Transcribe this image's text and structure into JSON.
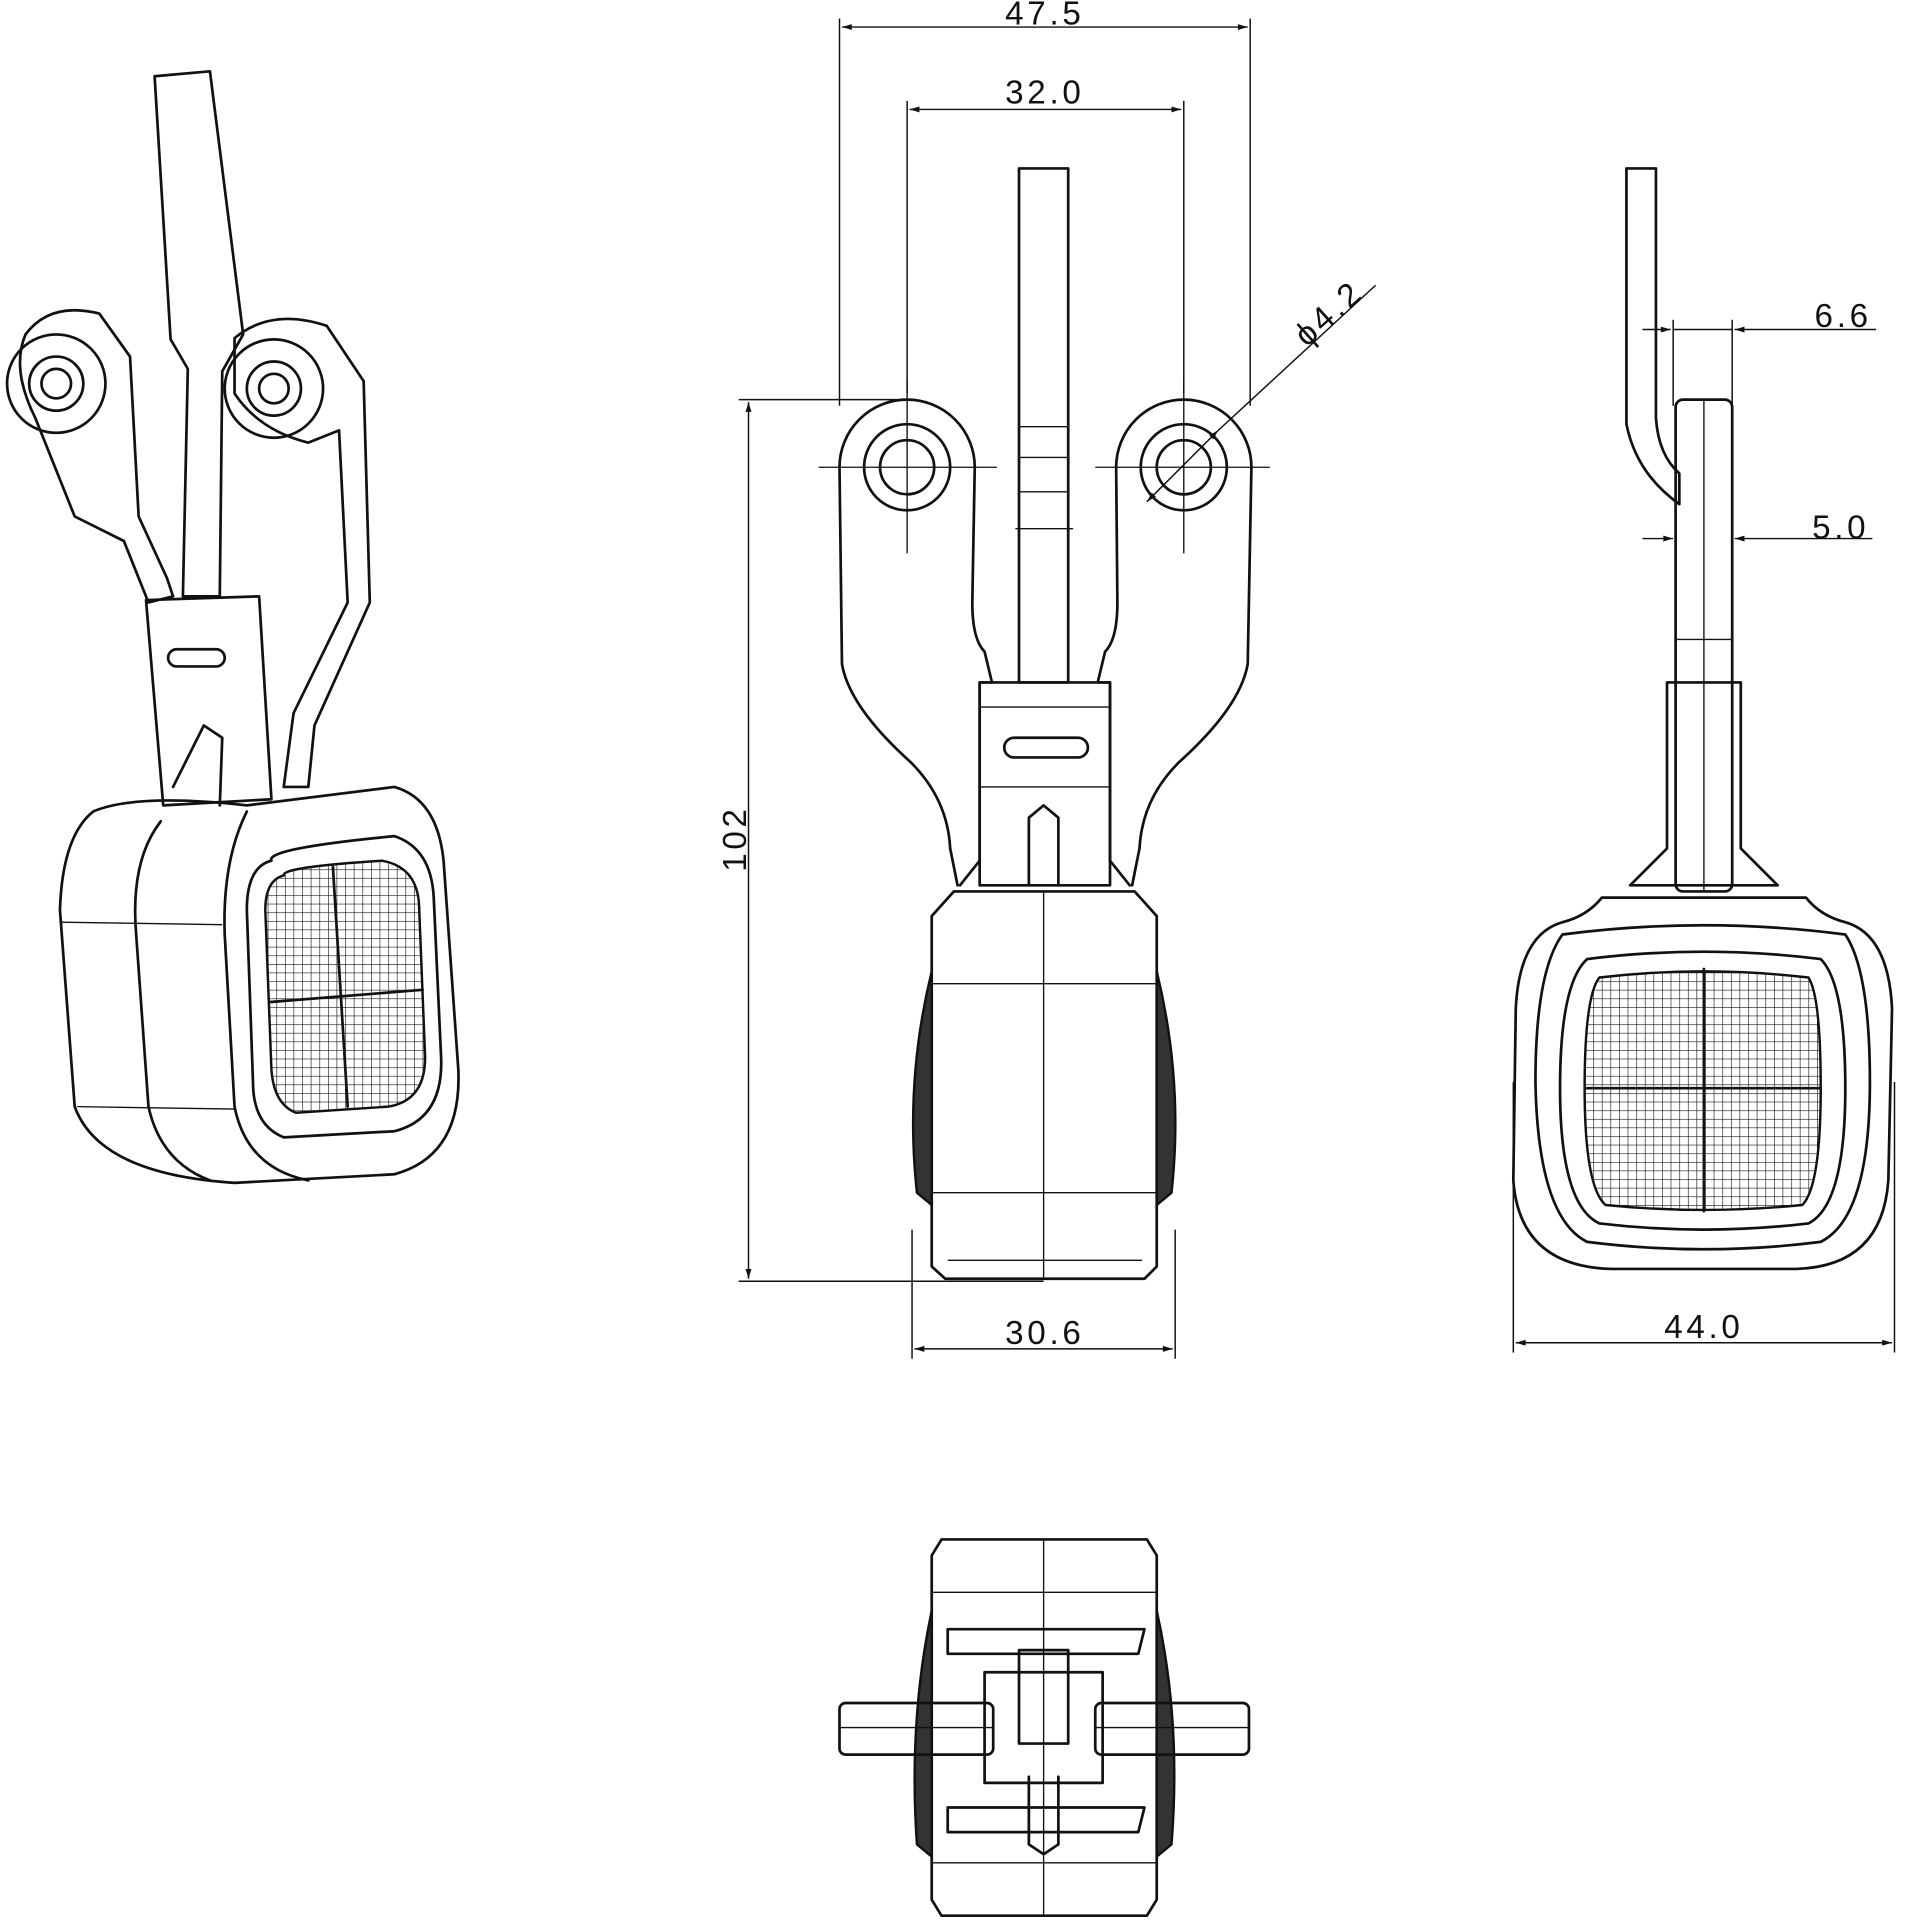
{
  "drawing": {
    "colors": {
      "line": "#111111",
      "background": "#ffffff"
    },
    "views": [
      "isometric",
      "front",
      "side",
      "bottom"
    ],
    "dimensions": {
      "overall_width": "47.5",
      "hole_spacing": "32.0",
      "hole_diameter": "ϕ4.2",
      "overall_height": "102",
      "housing_width": "30.6",
      "side_bracket_width": "6.6",
      "side_stem_thickness": "5.0",
      "side_housing_width": "44.0"
    }
  }
}
